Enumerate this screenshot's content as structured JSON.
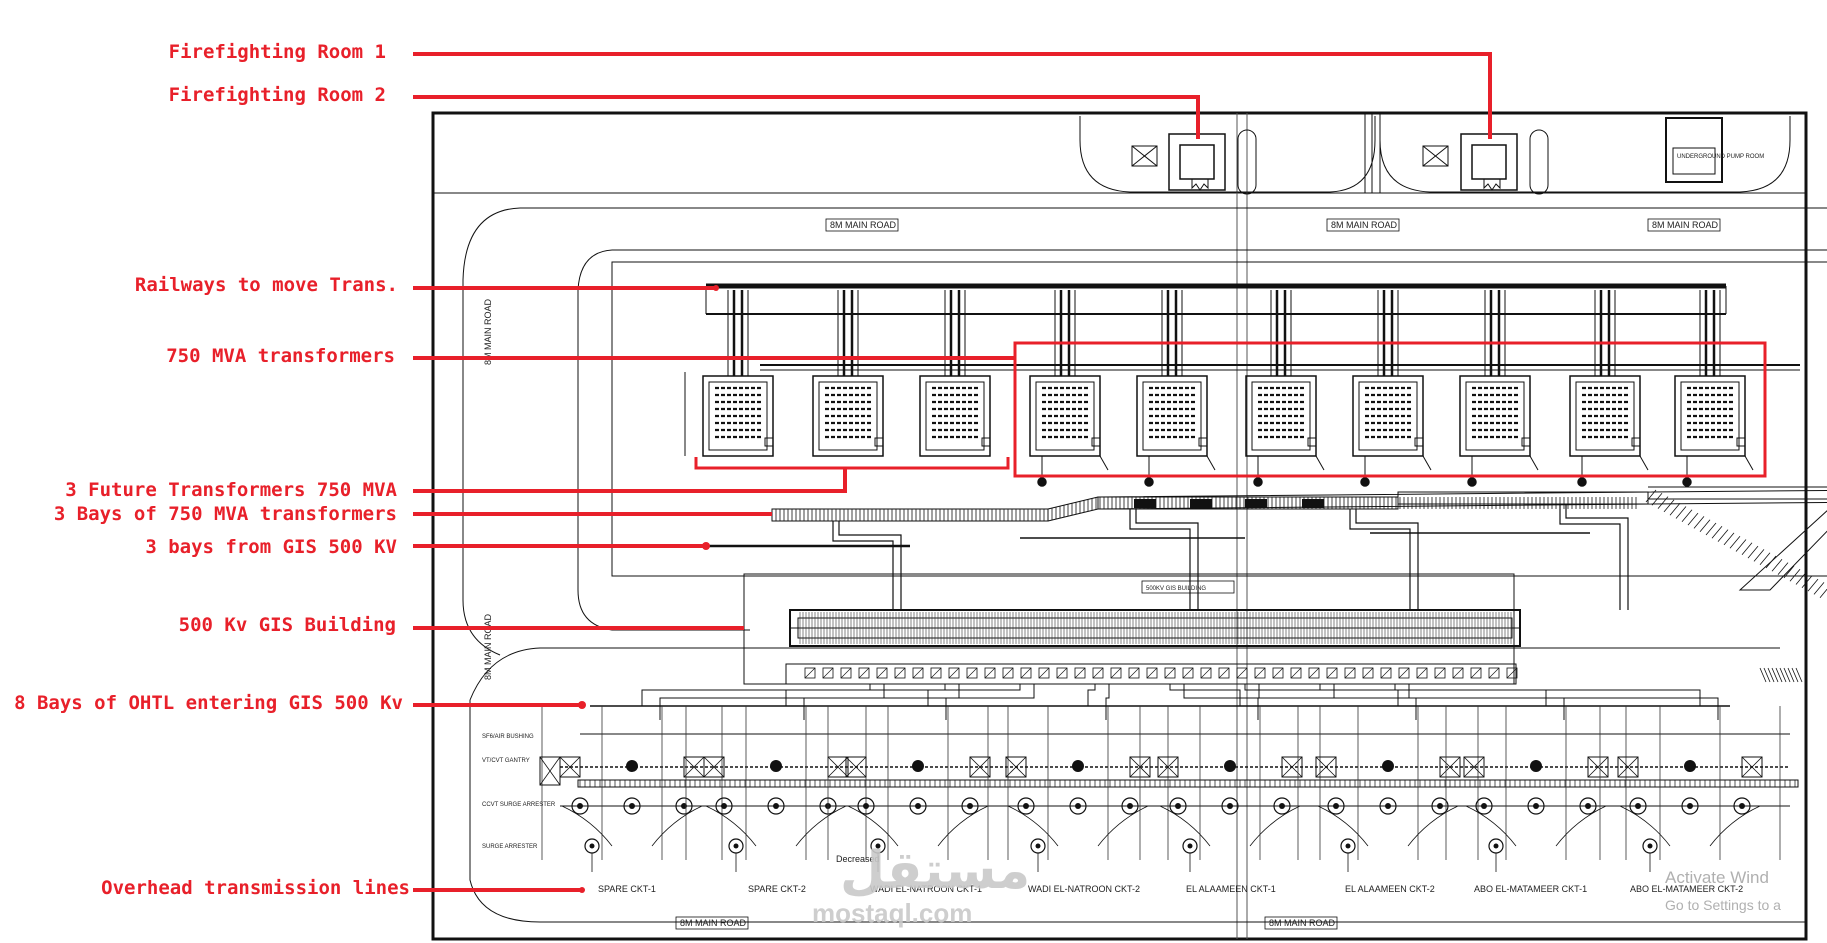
{
  "callouts": [
    "Firefighting Room 1",
    "Firefighting Room 2",
    "Railways to move Trans.",
    "750 MVA transformers",
    "3 Future Transformers 750 MVA",
    "3 Bays of 750 MVA transformers",
    "3 bays from GIS 500 KV",
    "500 Kv GIS Building",
    "8 Bays of OHTL entering GIS 500 Kv",
    "Overhead transmission lines"
  ],
  "road_label": "8M MAIN ROAD",
  "gis_building_label": "500KV GIS BUILDING",
  "pump_room_label": "UNDERGROUND PUMP ROOM",
  "row_labels": [
    "SF6/AIR BUSHING",
    "VT/CVT GANTRY",
    "CCVT SURGE ARRESTER",
    "SURGE ARRESTER"
  ],
  "decreased_label": "Decreased",
  "circuits": [
    "SPARE CKT-1",
    "SPARE CKT-2",
    "WADI EL-NATROON CKT-1",
    "WADI EL-NATROON CKT-2",
    "EL ALAAMEEN CKT-1",
    "EL ALAAMEEN CKT-2",
    "ABO EL-MATAMEER CKT-1",
    "ABO EL-MATAMEER CKT-2"
  ],
  "watermark": {
    "arabic": "مستقل",
    "latin": "mostaql.com"
  },
  "windows_notice": {
    "line1": "Activate Wind",
    "line2": "Go to Settings to a"
  },
  "colors": {
    "callout": "#e8202a",
    "drawing": "#111111"
  }
}
